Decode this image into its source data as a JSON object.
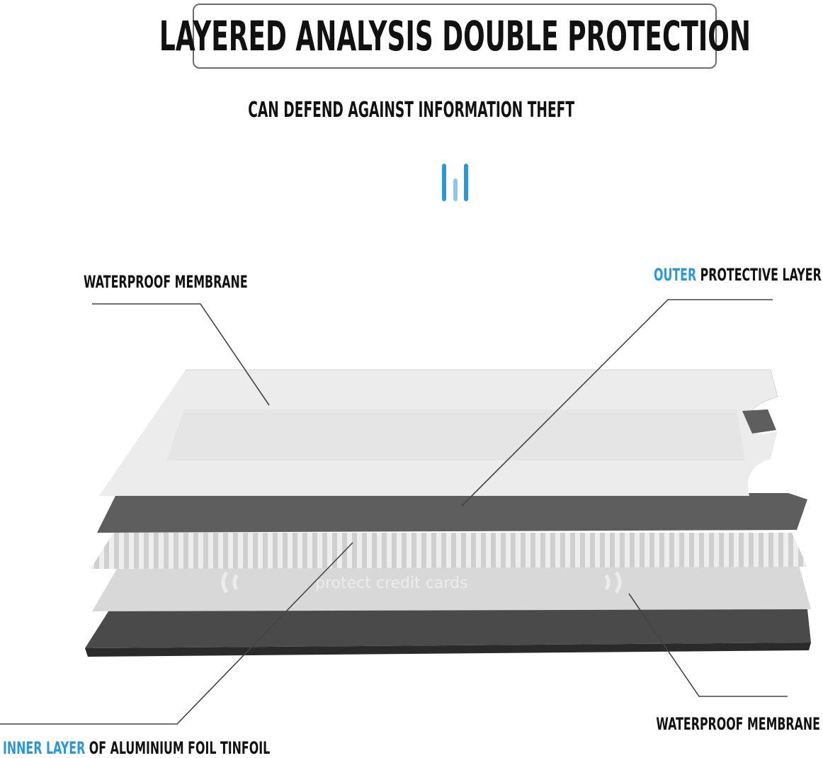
{
  "title": "LAYERED ANALYSIS DOUBLE PROTECTION",
  "subtitle": "CAN DEFEND AGAINST INFORMATION THEFT",
  "card_print": "protect credit cards",
  "labels": {
    "top_left": "WATERPROOF MEMBRANE",
    "top_right_accent": "OUTER",
    "top_right_rest": " PROTECTIVE LAYER",
    "bottom_right": "WATERPROOF MEMBRANE",
    "bottom_left_accent": "INNER LAYER",
    "bottom_left_rest": " OF ALUMINIUM FOIL TINFOIL"
  },
  "colors": {
    "accent": "#2b98d6",
    "text": "#111111",
    "dark_layer": "#5e5e5e",
    "bottom_layer": "#4a4a4a",
    "membrane": "#e9e9e9"
  },
  "icons": [
    "bars-icon"
  ]
}
